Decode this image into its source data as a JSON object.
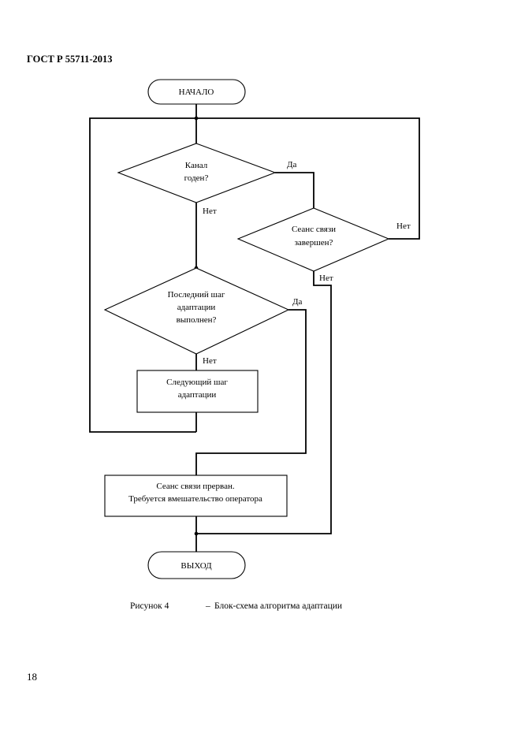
{
  "header": {
    "standard": "ГОСТ Р 55711-2013"
  },
  "flowchart": {
    "start": "НАЧАЛО",
    "decision_channel": {
      "line1": "Канал",
      "line2": "годен?"
    },
    "decision_session": {
      "line1": "Сеанс связи",
      "line2": "завершен?"
    },
    "decision_last_step": {
      "line1": "Последний шаг",
      "line2": "адаптации",
      "line3": "выполнен?"
    },
    "process_next_step": {
      "line1": "Следующий шаг",
      "line2": "адаптации"
    },
    "process_interrupted": {
      "line1": "Сеанс связи прерван.",
      "line2": "Требуется вмешательство оператора"
    },
    "end": "ВЫХОД",
    "label_yes": "Да",
    "label_no": "Нет"
  },
  "caption": {
    "figure": "Рисунок 4",
    "dash": "–",
    "title": "Блок-схема алгоритма адаптации"
  },
  "page_number": "18"
}
